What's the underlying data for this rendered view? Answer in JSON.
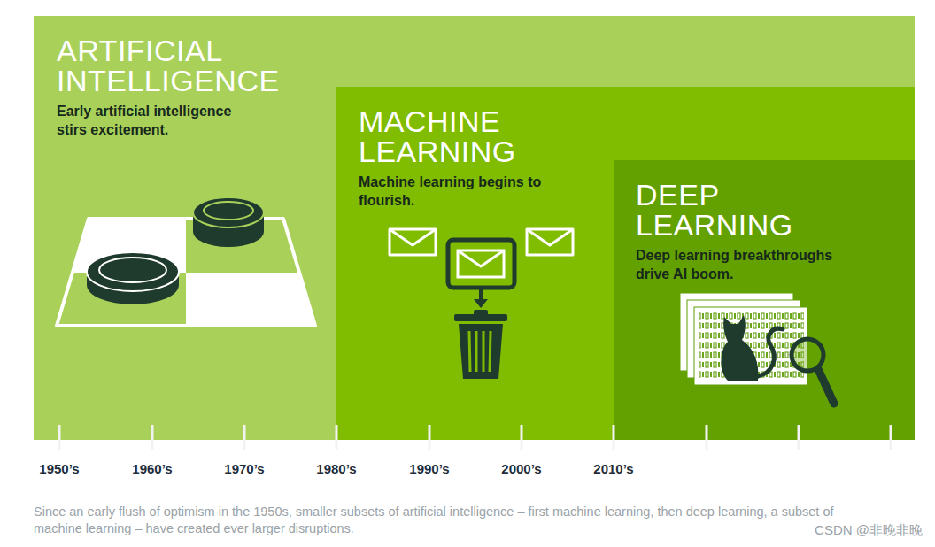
{
  "diagram": {
    "caption": "Since an early flush of optimism in the 1950s, smaller subsets of artificial intelligence – first machine learning, then deep learning, a subset of machine learning – have created ever larger disruptions.",
    "nodes": [
      {
        "text": [
          "ARTIFICIAL INTELLIGENCE",
          "Early artificial intelligence stirs excitement."
        ]
      },
      {
        "text": [
          "MACHINE LEARNING",
          "Machine learning begins to flourish."
        ],
        "in": 0
      },
      {
        "text": [
          "DEEP LEARNING",
          "Deep learning breakthroughs drive AI boom."
        ],
        "in": 1
      }
    ],
    "labels": [
      "1950’s",
      "1960’s",
      "1970’s",
      "1980’s",
      "1990’s",
      "2000’s",
      "2010’s",
      "CSDN @非晚非晚"
    ]
  }
}
